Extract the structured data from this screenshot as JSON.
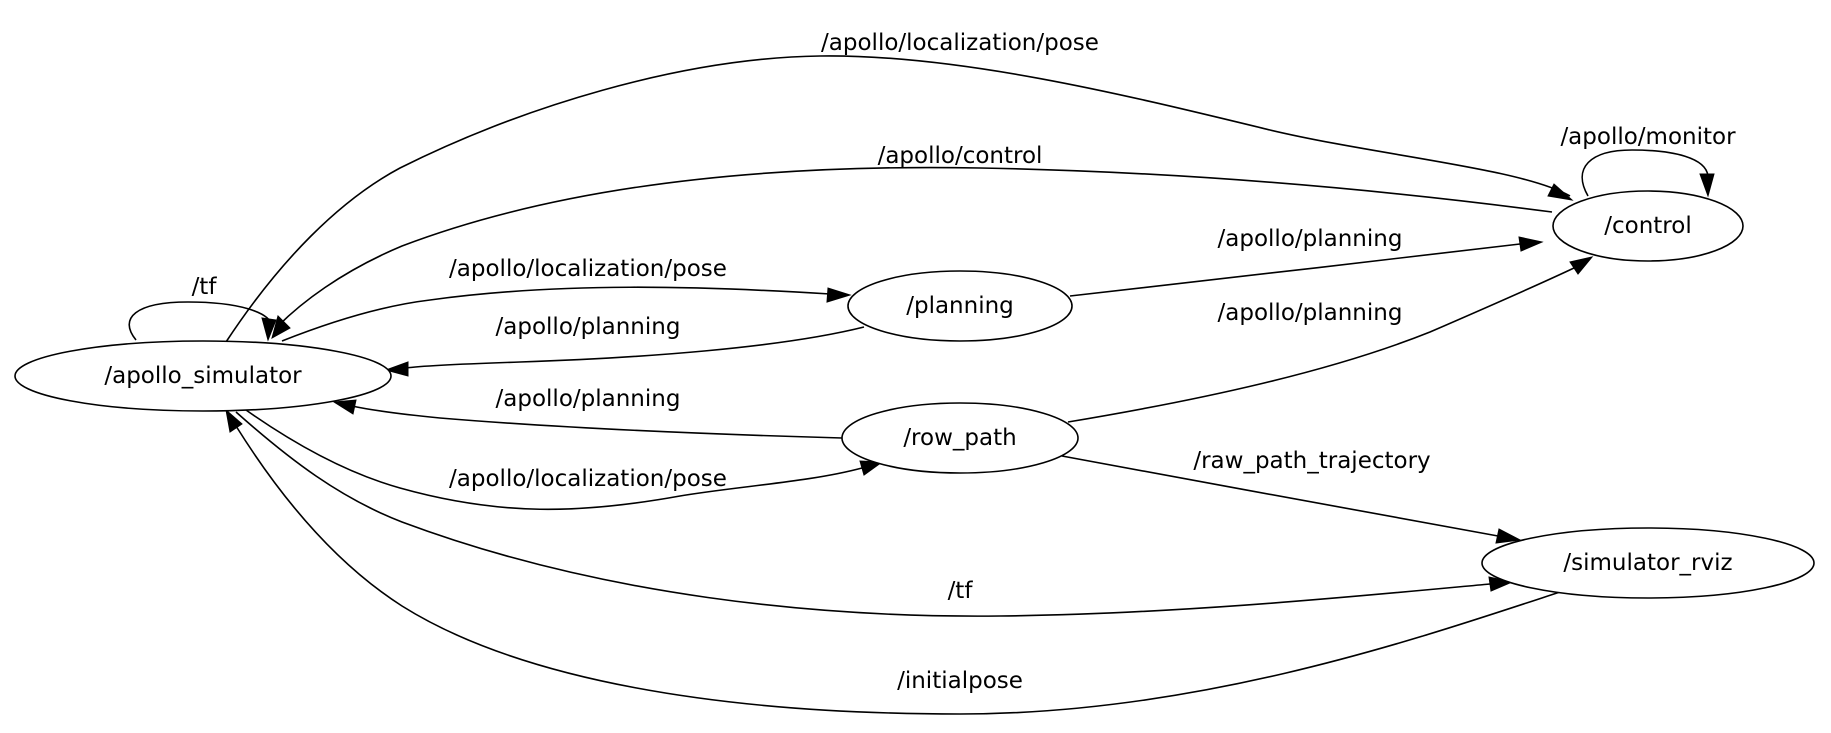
{
  "graph": {
    "nodes": {
      "apollo_simulator": "/apollo_simulator",
      "planning": "/planning",
      "row_path": "/row_path",
      "control": "/control",
      "simulator_rviz": "/simulator_rviz"
    },
    "edges": [
      {
        "id": "sim-to-control-pose",
        "from": "/apollo_simulator",
        "to": "/control",
        "label": "/apollo/localization/pose"
      },
      {
        "id": "control-to-sim-control",
        "from": "/control",
        "to": "/apollo_simulator",
        "label": "/apollo/control"
      },
      {
        "id": "control-self-monitor",
        "from": "/control",
        "to": "/control",
        "label": "/apollo/monitor"
      },
      {
        "id": "sim-self-tf",
        "from": "/apollo_simulator",
        "to": "/apollo_simulator",
        "label": "/tf"
      },
      {
        "id": "sim-to-planning-pose",
        "from": "/apollo_simulator",
        "to": "/planning",
        "label": "/apollo/localization/pose"
      },
      {
        "id": "planning-to-sim-planning",
        "from": "/planning",
        "to": "/apollo_simulator",
        "label": "/apollo/planning"
      },
      {
        "id": "planning-to-control-planning",
        "from": "/planning",
        "to": "/control",
        "label": "/apollo/planning"
      },
      {
        "id": "rowpath-to-control-planning",
        "from": "/row_path",
        "to": "/control",
        "label": "/apollo/planning"
      },
      {
        "id": "rowpath-to-sim-planning",
        "from": "/row_path",
        "to": "/apollo_simulator",
        "label": "/apollo/planning"
      },
      {
        "id": "sim-to-rowpath-pose",
        "from": "/apollo_simulator",
        "to": "/row_path",
        "label": "/apollo/localization/pose"
      },
      {
        "id": "rowpath-to-rviz-trajectory",
        "from": "/row_path",
        "to": "/simulator_rviz",
        "label": "/raw_path_trajectory"
      },
      {
        "id": "sim-to-rviz-tf",
        "from": "/apollo_simulator",
        "to": "/simulator_rviz",
        "label": "/tf"
      },
      {
        "id": "rviz-to-sim-initialpose",
        "from": "/simulator_rviz",
        "to": "/apollo_simulator",
        "label": "/initialpose"
      }
    ]
  }
}
